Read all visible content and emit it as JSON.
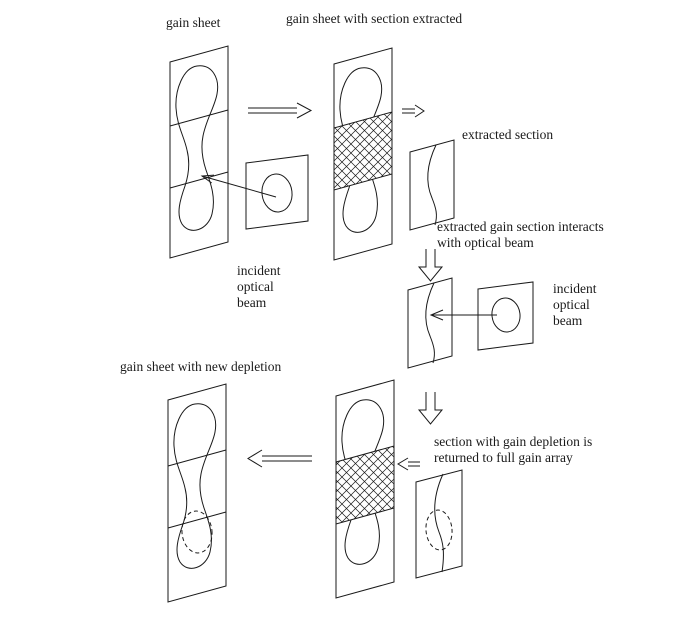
{
  "labels": {
    "gain_sheet": "gain sheet",
    "gain_sheet_with_section_extracted": "gain sheet with section extracted",
    "extracted_section": "extracted section",
    "incident_top": {
      "l1": "incident",
      "l2": "optical",
      "l3": "beam"
    },
    "interacts": {
      "l1": "extracted gain section interacts",
      "l2": "with optical beam"
    },
    "incident_right": {
      "l1": "incident",
      "l2": "optical",
      "l3": "beam"
    },
    "gain_sheet_with_new_depletion": "gain sheet with new depletion",
    "returned": {
      "l1": "section with gain depletion is",
      "l2": "returned to full gain array"
    }
  },
  "colors": {
    "line": "#1a1a1a",
    "background": "#ffffff"
  }
}
